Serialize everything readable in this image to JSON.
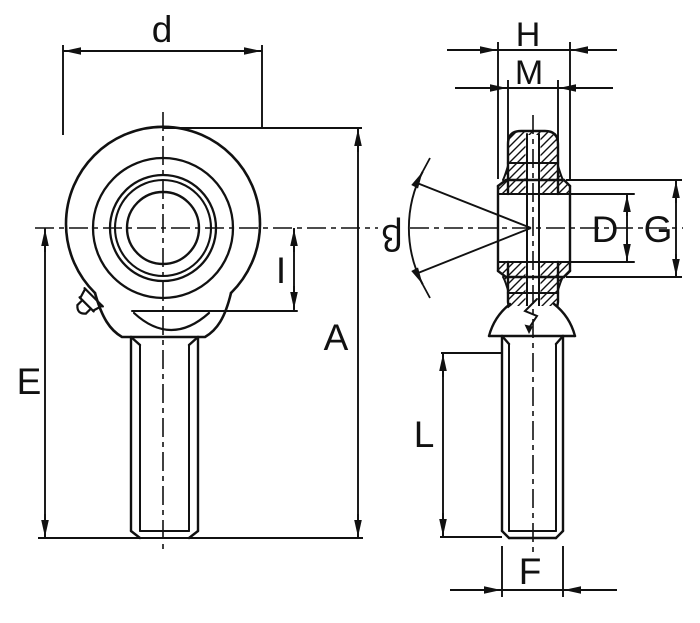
{
  "meta": {
    "type": "technical-drawing",
    "subject": "rod end bearing with male thread, two orthographic views",
    "background_color": "#ffffff",
    "line_color": "#111111"
  },
  "labels": {
    "front_view": {
      "head_diameter": "d",
      "overall_height": "A",
      "center_to_thread_end": "E",
      "center_to_seat": "I"
    },
    "side_view": {
      "ball_width_outer": "H",
      "ring_width": "M",
      "misalignment_angle": "β",
      "inner_height": "D",
      "outer_height": "G",
      "thread_length": "L",
      "thread_diameter": "F"
    }
  }
}
